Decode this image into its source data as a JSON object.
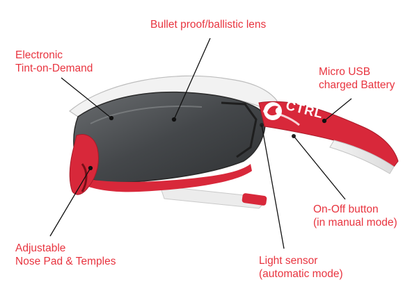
{
  "labels": {
    "lens": [
      "Bullet proof/ballistic lens"
    ],
    "tint": [
      "Electronic",
      "Tint-on-Demand"
    ],
    "battery": [
      "Micro USB",
      "charged Battery"
    ],
    "button": [
      "On-Off button",
      "(in manual mode)"
    ],
    "nose": [
      "Adjustable",
      "Nose Pad & Temples"
    ],
    "sensor": [
      "Light sensor",
      "(automatic mode)"
    ]
  },
  "logo": {
    "text": "CTRL"
  },
  "colors": {
    "accent": "#e8343f",
    "frame_red": "#d8283a",
    "frame_white": "#f4f4f4",
    "lens": "#4a4d50",
    "leader": "#111111"
  }
}
